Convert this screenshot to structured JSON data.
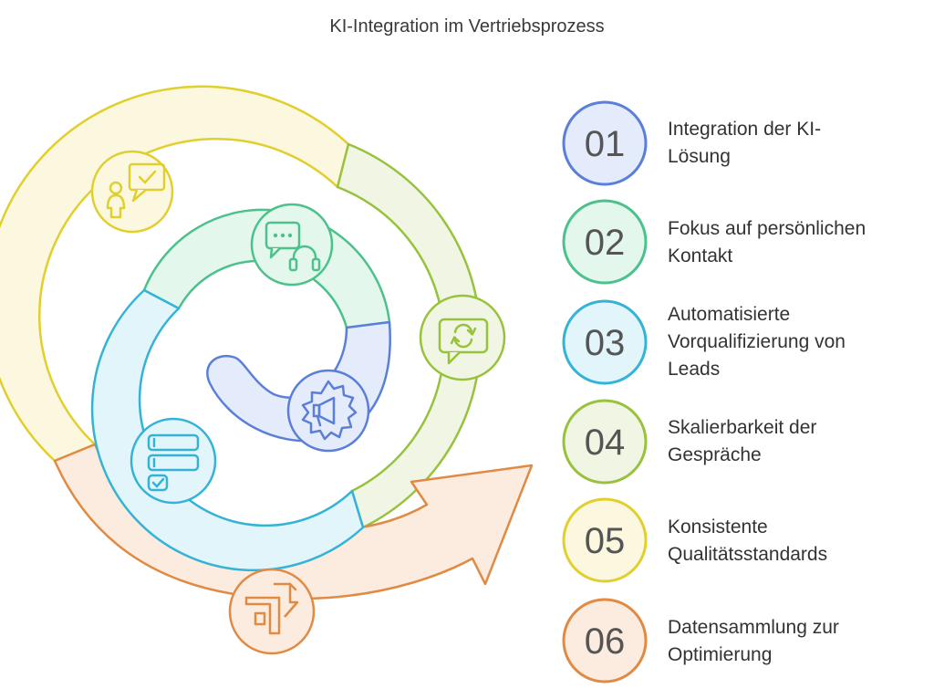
{
  "title": "KI-Integration im Vertriebsprozess",
  "steps": [
    {
      "number": "01",
      "label": "Integration der KI-\nLösung",
      "color": "#5b7fd9",
      "fill": "#e4ecfb",
      "icon": "refresh-speech-icon"
    },
    {
      "number": "02",
      "label": "Fokus auf persönlichen\nKontakt",
      "color": "#4cc18b",
      "fill": "#e4f7ed",
      "icon": "chat-headset-icon"
    },
    {
      "number": "03",
      "label": "Automatisierte\nVorqualifizierung von\nLeads",
      "color": "#35b3d6",
      "fill": "#e2f5fb",
      "icon": "list-check-icon"
    },
    {
      "number": "04",
      "label": "Skalierbarkeit der\nGespräche",
      "color": "#98c23c",
      "fill": "#f0f6e3",
      "icon": "refresh-speech-icon"
    },
    {
      "number": "05",
      "label": "Konsistente\nQualitätsstandards",
      "color": "#e1cf2f",
      "fill": "#fbf8df",
      "icon": "person-approval-icon"
    },
    {
      "number": "06",
      "label": "Datensammlung zur\nOptimierung",
      "color": "#e08a43",
      "fill": "#fcecdf",
      "icon": "route-arrows-icon"
    }
  ]
}
